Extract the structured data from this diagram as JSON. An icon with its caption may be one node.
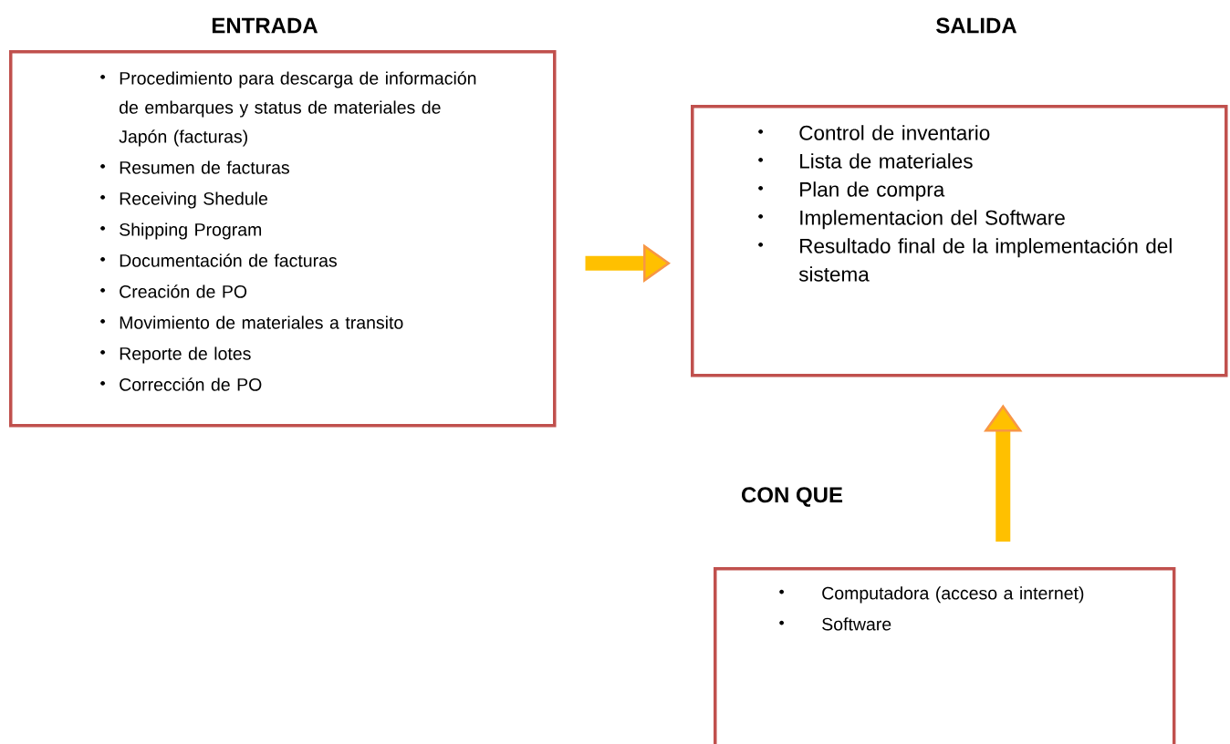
{
  "diagram": {
    "nodes": [
      {
        "text": [
          "ENTRADA",
          "Procedimiento para descarga de información de embarques y status de materiales de Japón (facturas)",
          "Resumen de facturas",
          "Receiving Shedule",
          "Shipping Program",
          "Documentación de facturas",
          "Creación de PO",
          "Movimiento de materiales a transito",
          "Reporte de lotes",
          "Corrección de PO"
        ]
      },
      {
        "text": [
          "SALIDA",
          "Control de inventario",
          "Lista de materiales",
          "Plan de compra",
          "Implementacion del Software",
          "Resultado final de la implementación del sistema"
        ]
      },
      {
        "text": [
          "CON QUE",
          "Computadora (acceso a internet)",
          "Software"
        ]
      }
    ],
    "edges": [
      {
        "from": 0,
        "to": 1,
        "arrow": "to"
      },
      {
        "from": 2,
        "to": 1,
        "arrow": "to"
      }
    ]
  }
}
